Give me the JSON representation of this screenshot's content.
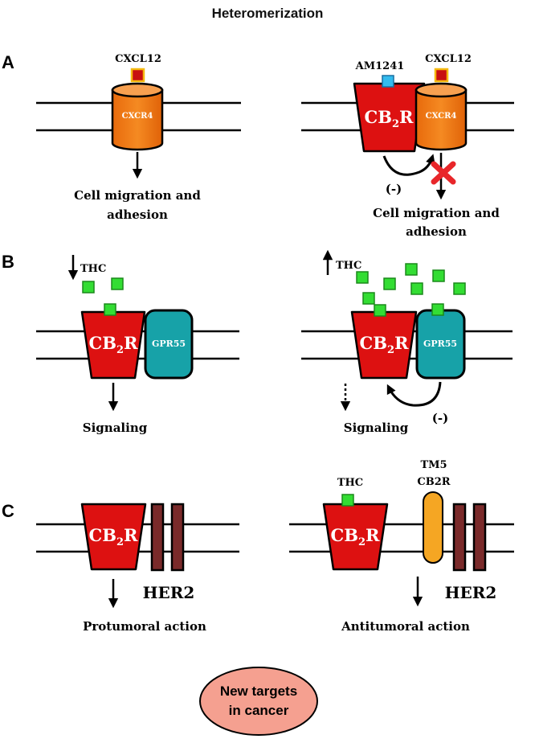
{
  "title": "Heteromerization",
  "panels": {
    "a": {
      "letter": "A",
      "left": {
        "ligand": "CXCL12",
        "receptor": "CXCR4",
        "outcome_line1": "Cell migration and",
        "outcome_line2": "adhesion"
      },
      "right": {
        "ligand1": "AM1241",
        "ligand2": "CXCL12",
        "receptor1_main": "CB",
        "receptor1_sub": "2",
        "receptor1_tail": "R",
        "receptor2": "CXCR4",
        "inhibition": "(-)",
        "outcome_line1": "Cell migration and",
        "outcome_line2": "adhesion"
      }
    },
    "b": {
      "letter": "B",
      "left": {
        "ligand": "THC",
        "receptor1_main": "CB",
        "receptor1_sub": "2",
        "receptor1_tail": "R",
        "receptor2": "GPR55",
        "outcome": "Signaling"
      },
      "right": {
        "ligand": "THC",
        "receptor1_main": "CB",
        "receptor1_sub": "2",
        "receptor1_tail": "R",
        "receptor2": "GPR55",
        "inhibition": "(-)",
        "outcome": "Signaling"
      }
    },
    "c": {
      "letter": "C",
      "left": {
        "receptor1_main": "CB",
        "receptor1_sub": "2",
        "receptor1_tail": "R",
        "receptor2": "HER2",
        "outcome": "Protumoral action"
      },
      "right": {
        "ligand": "THC",
        "peptide_line1": "TM5",
        "peptide_line2": "CB2R",
        "receptor1_main": "CB",
        "receptor1_sub": "2",
        "receptor1_tail": "R",
        "receptor2": "HER2",
        "outcome": "Antitumoral action"
      }
    }
  },
  "conclusion_line1": "New targets",
  "conclusion_line2": "in cancer",
  "colors": {
    "cb2r": "#dd1111",
    "cxcr4": "#f07a14",
    "gpr55": "#17a2a8",
    "her2": "#7a2a2a",
    "thc": "#33dd33",
    "am1241": "#33bbee",
    "cxcl12": "#c81010",
    "cxcl12_border": "#f5b90f",
    "tm5": "#f5a623",
    "inhibit_x": "#e8262a",
    "conclusion": "#f5a090"
  }
}
